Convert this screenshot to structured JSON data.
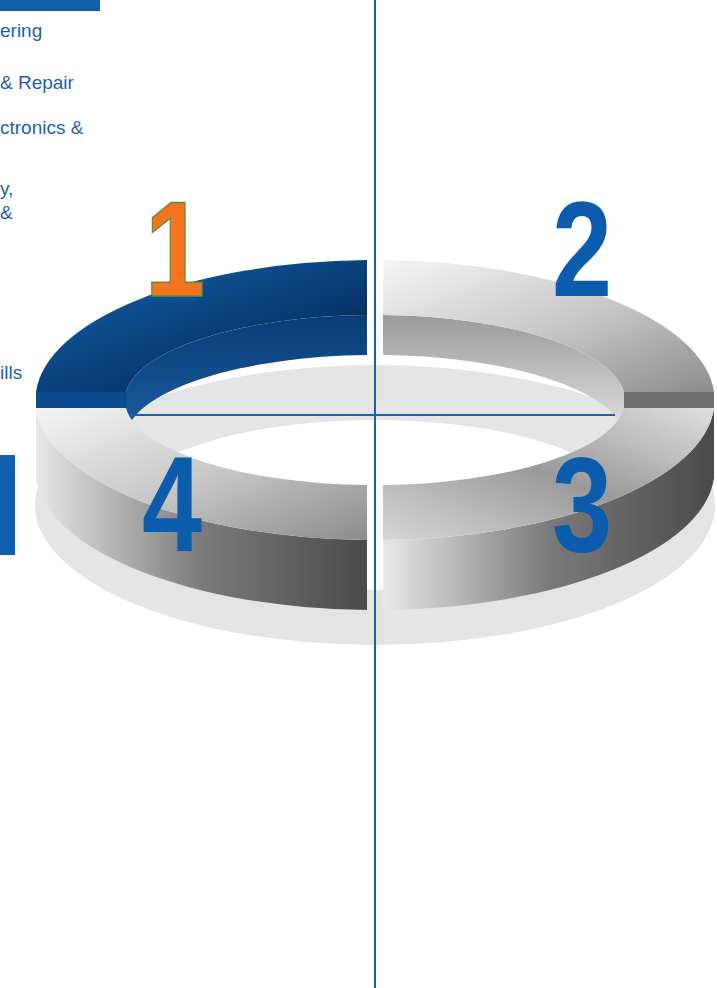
{
  "diagram": {
    "labels": [
      "ering",
      "& Repair",
      "ctronics &",
      "y,",
      "&",
      "ills",
      "1",
      "2",
      "3",
      "4"
    ]
  }
}
